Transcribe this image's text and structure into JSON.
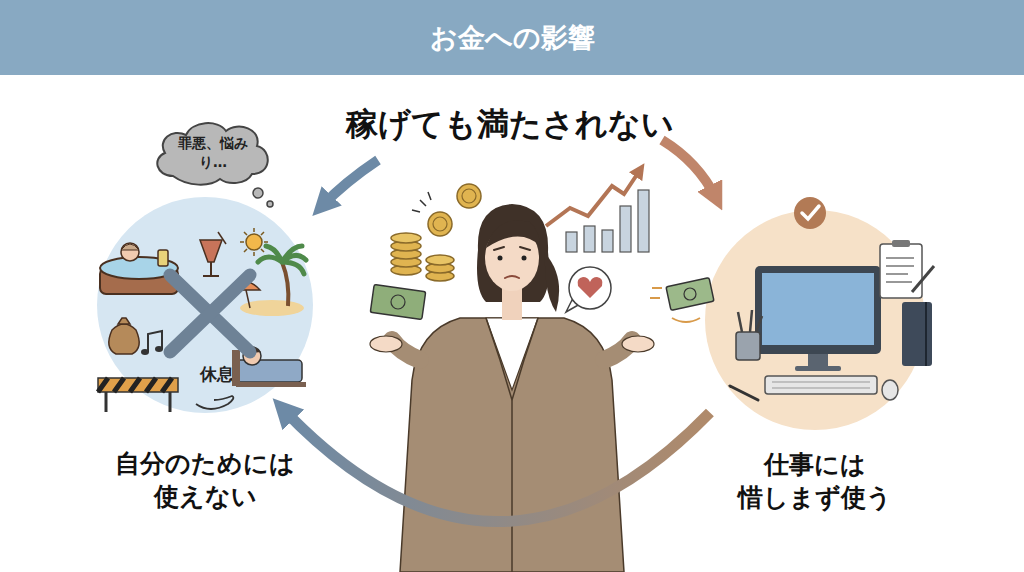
{
  "diagram": {
    "title": "お金への影響",
    "nodes": [
      {
        "text": [
          "罪悪、悩みり…"
        ]
      },
      {
        "text": [
          "休息",
          "自分のためには 使えない"
        ]
      },
      {
        "text": [
          "仕事には 惜しまず使う"
        ]
      }
    ],
    "edges": [
      {
        "from": 2,
        "to": 1,
        "arrow": "to"
      }
    ],
    "labels": [
      "稼げても満たされない"
    ]
  }
}
